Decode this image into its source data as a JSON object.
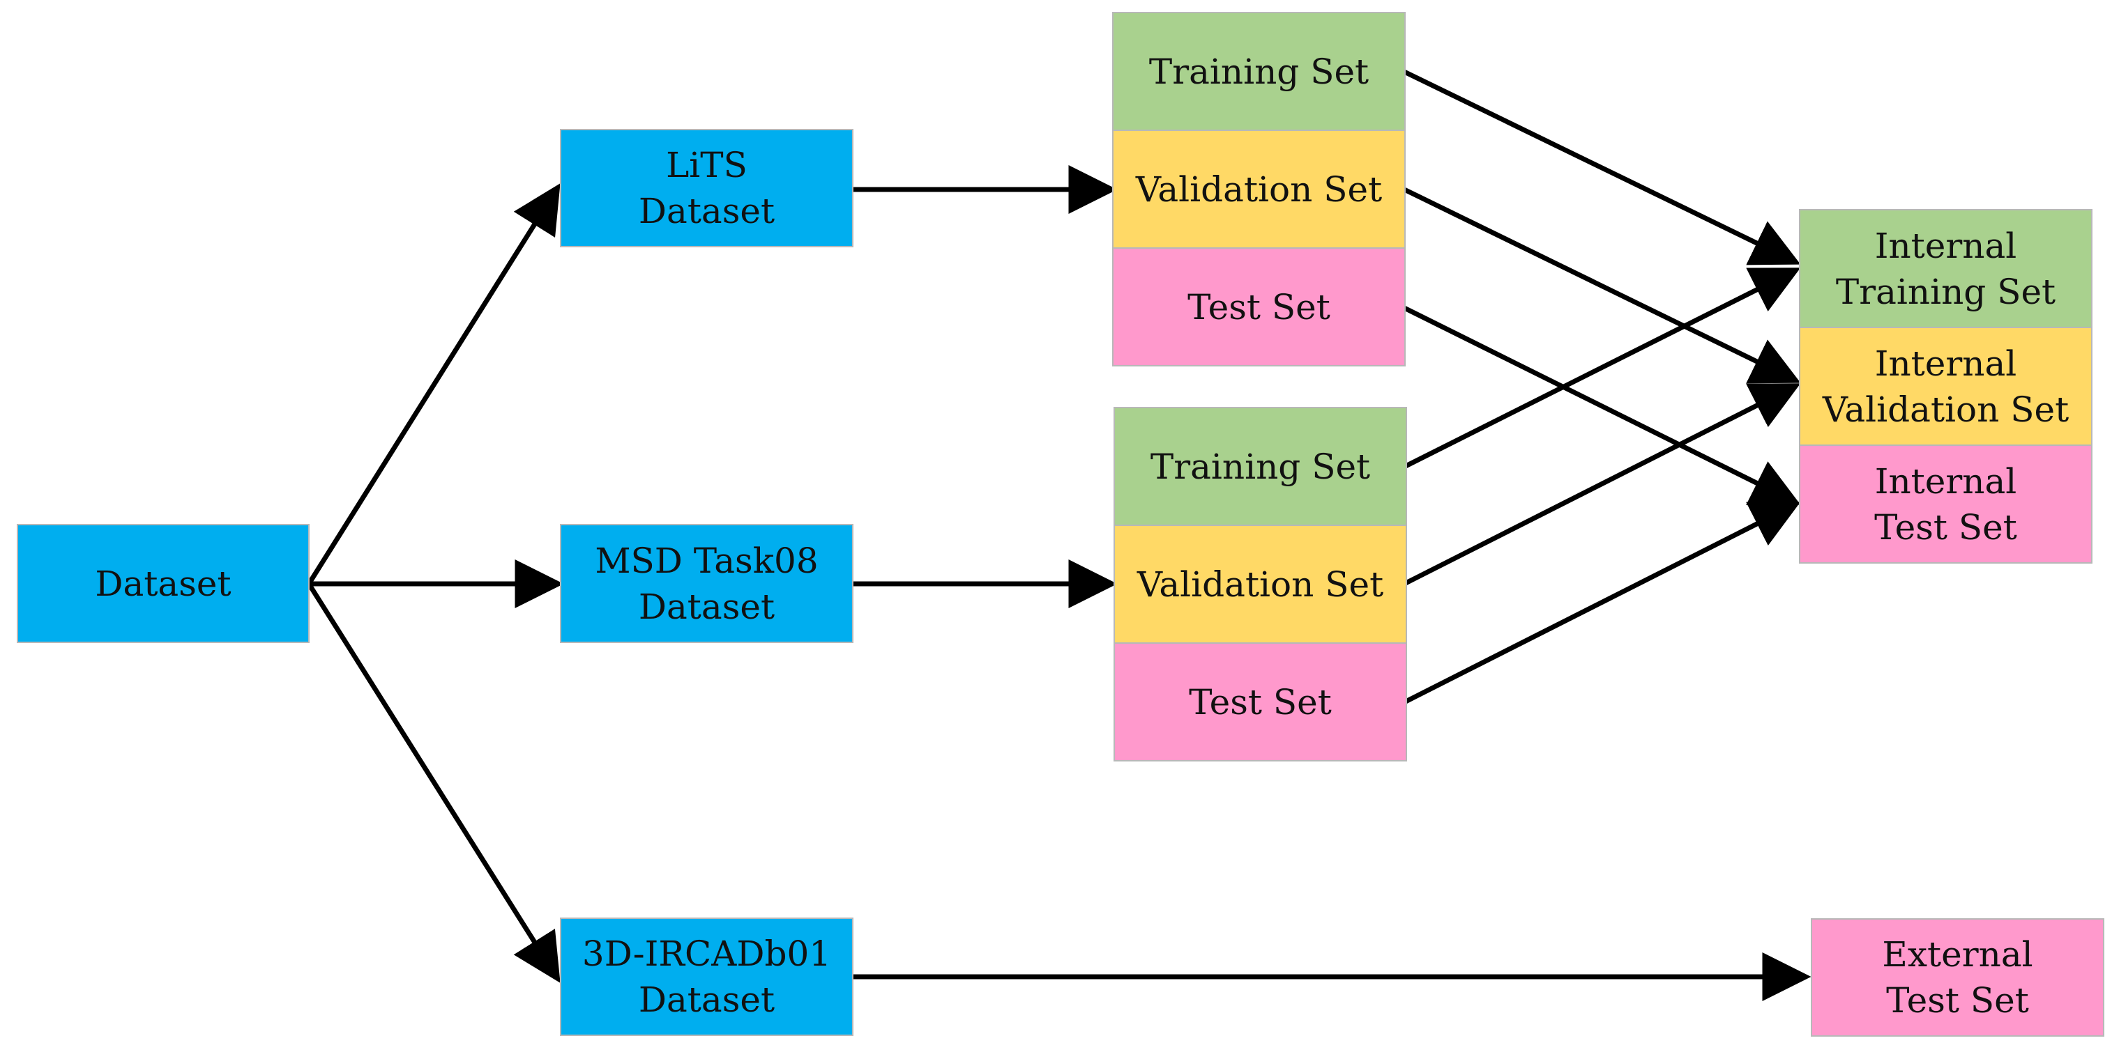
{
  "nodes": {
    "dataset": "Dataset",
    "lits": "LiTS\nDataset",
    "msd": "MSD Task08\nDataset",
    "ircad": "3D-IRCADb01\nDataset",
    "lits_train": "Training Set",
    "lits_val": "Validation Set",
    "lits_test": "Test Set",
    "msd_train": "Training Set",
    "msd_val": "Validation Set",
    "msd_test": "Test Set",
    "internal_train": "Internal\nTraining Set",
    "internal_val": "Internal\nValidation Set",
    "internal_test": "Internal\nTest Set",
    "external_test": "External\nTest Set"
  },
  "colors": {
    "dataset_box": "#00aeef",
    "training": "#a9d18e",
    "validation": "#ffd966",
    "test": "#ff99cc",
    "arrow": "#000000"
  }
}
